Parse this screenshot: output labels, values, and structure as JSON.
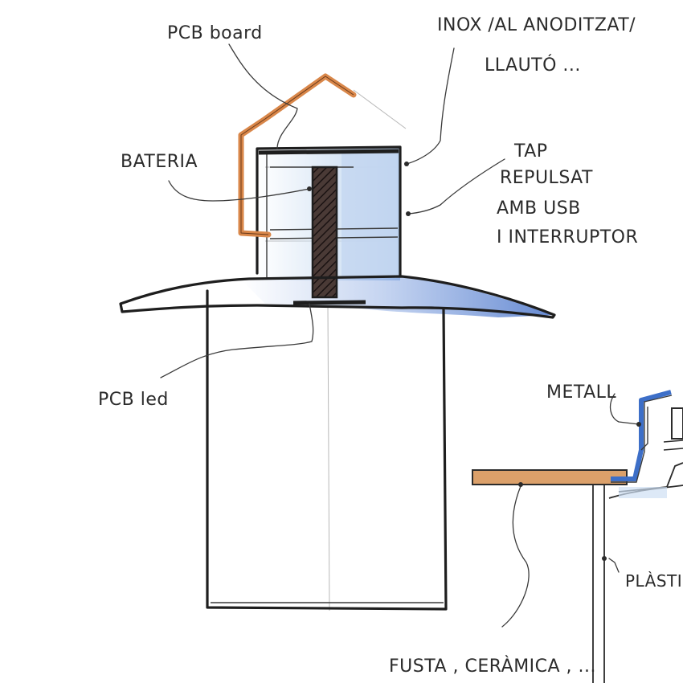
{
  "labels": {
    "pcb_board": "PCB board",
    "inox_line1": "INOX /AL ANODITZAT/",
    "inox_line2": "LLAUTÓ ...",
    "bateria": "BATERIA",
    "tap_line1": "TAP",
    "tap_line2": "REPULSAT",
    "tap_line3": "AMB USB",
    "tap_line4": "I INTERRUPTOR",
    "pcb_led": "PCB led",
    "metall": "METALL",
    "plastic": "PLÀSTIC",
    "fusta": "FUSTA , CERÀMICA , ..."
  },
  "colors": {
    "ink": "#1e1e1e",
    "copper": "#d9874a",
    "blue_shade": "#5b86d6",
    "light_blue": "#cfe0f3",
    "wood": "#dba06a",
    "metal_blue": "#3d6fc8"
  }
}
